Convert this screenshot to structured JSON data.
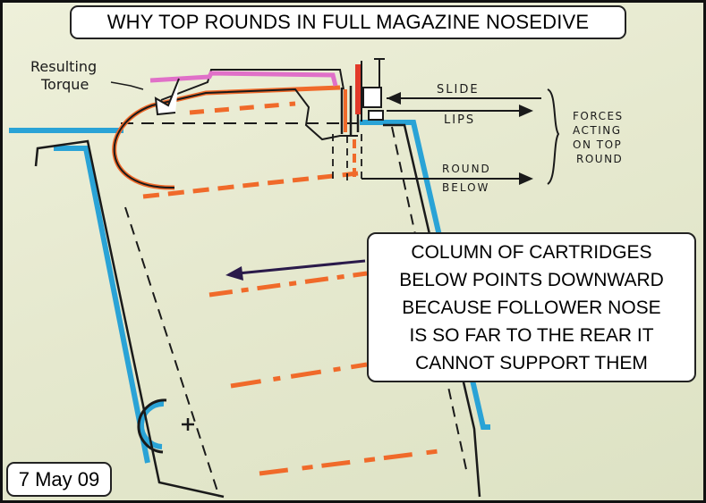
{
  "title": "WHY TOP ROUNDS IN FULL MAGAZINE NOSEDIVE",
  "annotations": {
    "resulting_torque": [
      "Resulting",
      "Torque"
    ],
    "slide": "SLIDE",
    "lips": "LIPS",
    "round_below": [
      "ROUND",
      "BELOW"
    ],
    "forces_acting": [
      "FORCES",
      "ACTING",
      "ON TOP",
      "ROUND"
    ]
  },
  "callout_lines": [
    "COLUMN OF CARTRIDGES",
    "BELOW POINTS DOWNWARD",
    "BECAUSE FOLLOWER NOSE",
    "IS SO FAR TO THE REAR IT",
    "CANNOT SUPPORT THEM"
  ],
  "date": "7 May 09",
  "colors": {
    "magazine_outline": "#2aa3d6",
    "cartridge_marks": "#f06a2a",
    "slide_mark": "#e070c8",
    "ink": "#1a1a1a"
  }
}
